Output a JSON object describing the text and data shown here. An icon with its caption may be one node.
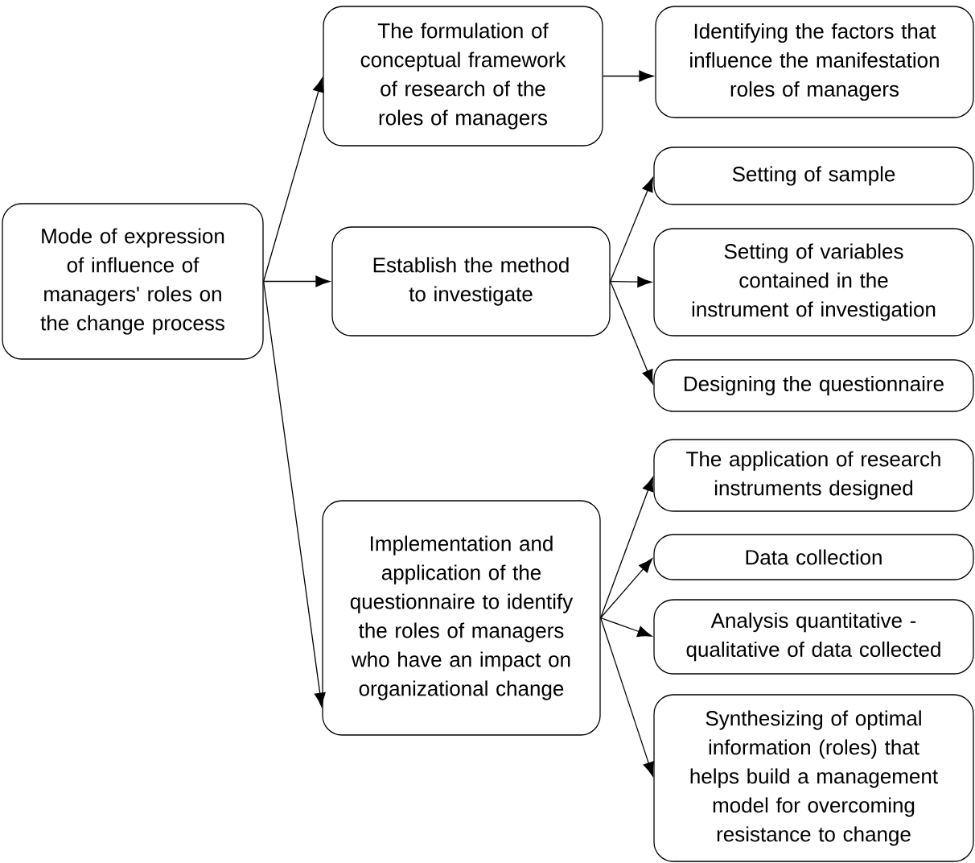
{
  "diagram": {
    "nodes": [
      {
        "text": [
          "Mode of expression of influence of managers' roles on the change process"
        ]
      },
      {
        "text": [
          "The formulation of conceptual framework of research of the roles of managers"
        ]
      },
      {
        "text": [
          "Identifying the factors that influence the manifestation roles of managers"
        ]
      },
      {
        "text": [
          "Establish the method to investigate"
        ]
      },
      {
        "text": [
          "Setting of sample"
        ]
      },
      {
        "text": [
          "Setting of variables contained in the instrument of investigation"
        ]
      },
      {
        "text": [
          "Designing the questionnaire"
        ]
      },
      {
        "text": [
          "Implementation and application of the questionnaire to identify the roles of managers who have an impact on organizational change"
        ]
      },
      {
        "text": [
          "The application of research instruments designed"
        ]
      },
      {
        "text": [
          "Data collection"
        ]
      },
      {
        "text": [
          "Analysis quantitative - qualitative of data collected"
        ]
      },
      {
        "text": [
          "Synthesizing of optimal information (roles) that helps build a management model for overcoming resistance to change"
        ]
      }
    ],
    "edges": [
      {
        "from": 0,
        "to": 1,
        "arrow": "to"
      },
      {
        "from": 0,
        "to": 3,
        "arrow": "to"
      },
      {
        "from": 0,
        "to": 7,
        "arrow": "to"
      },
      {
        "from": 1,
        "to": 2,
        "arrow": "to"
      },
      {
        "from": 3,
        "to": 4,
        "arrow": "to"
      },
      {
        "from": 3,
        "to": 5,
        "arrow": "to"
      },
      {
        "from": 3,
        "to": 6,
        "arrow": "to"
      },
      {
        "from": 7,
        "to": 8,
        "arrow": "to"
      },
      {
        "from": 7,
        "to": 9,
        "arrow": "to"
      },
      {
        "from": 7,
        "to": 10,
        "arrow": "to"
      },
      {
        "from": 7,
        "to": 11,
        "arrow": "to"
      }
    ]
  }
}
